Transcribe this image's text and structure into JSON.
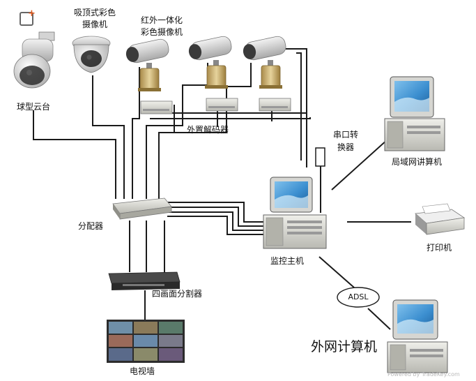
{
  "labels": {
    "dome_ptz": "球型云台",
    "ceiling_line1": "吸顶式彩色",
    "ceiling_line2": "摄像机",
    "ir_line1": "红外一体化",
    "ir_line2": "彩色摄像机",
    "decoder": "外置解码器",
    "serial_line1": "串口转",
    "serial_line2": "换器",
    "lan_pc": "局域网讲算机",
    "distributor": "分配器",
    "host": "监控主机",
    "printer": "打印机",
    "quad": "四画面分割器",
    "adsl": "ADSL",
    "tv_wall": "电视墙",
    "external_pc": "外网计算机"
  },
  "watermark": "Powered by TradeKey.com",
  "colors": {
    "line": "#1a1a1a",
    "monitor_screen": "#3c8fd0",
    "monitor_body": "#d9d9d6",
    "device_gray": "#c8c8c0",
    "brass": "#c9ad6a",
    "logo_accent": "#e55a1c"
  }
}
